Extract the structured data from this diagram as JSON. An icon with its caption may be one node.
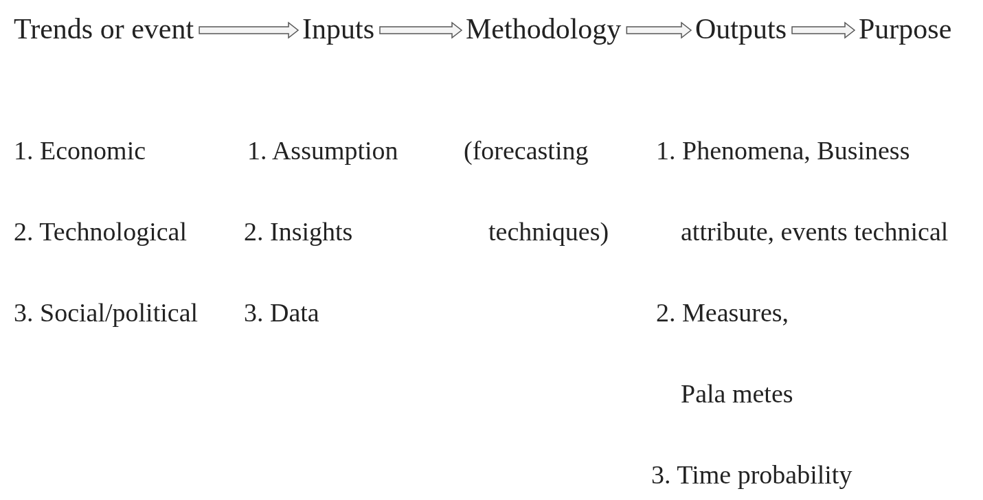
{
  "diagram": {
    "nodes": [
      {
        "text": [
          "Trends or event"
        ]
      },
      {
        "text": [
          "Inputs"
        ]
      },
      {
        "text": [
          "Methodology"
        ]
      },
      {
        "text": [
          "Outputs"
        ]
      },
      {
        "text": [
          "Purpose"
        ]
      }
    ],
    "edges": [
      {
        "from": 0,
        "to": 1,
        "arrow": "to"
      },
      {
        "from": 1,
        "to": 2,
        "arrow": "to"
      },
      {
        "from": 2,
        "to": 3,
        "arrow": "to"
      },
      {
        "from": 3,
        "to": 4,
        "arrow": "to"
      }
    ],
    "labels": [
      "1. Economic",
      "2. Technological",
      "3. Social/political",
      "1. Assumption",
      "2. Insights",
      "3. Data",
      "(forecasting techniques)",
      "1. Phenomena, Business attribute, events technical",
      "2. Measures, Pala metes",
      "3. Time probability"
    ]
  }
}
